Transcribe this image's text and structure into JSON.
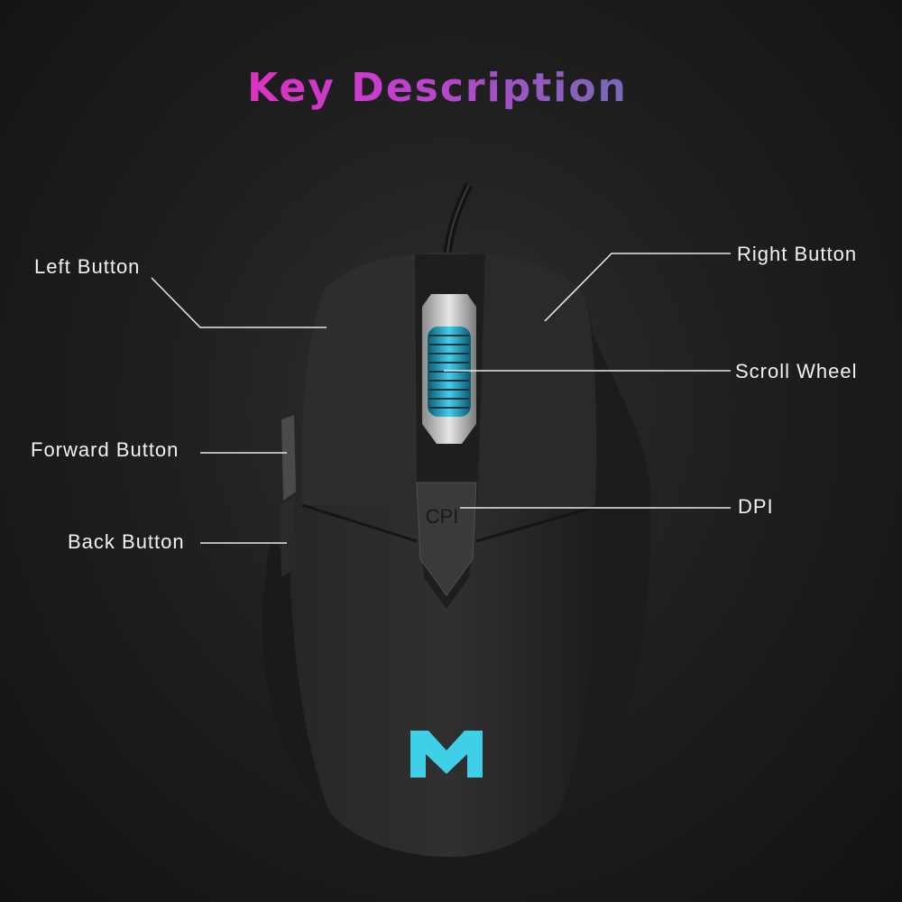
{
  "title": "Key Description",
  "labels": {
    "left_button": "Left Button",
    "right_button": "Right Button",
    "scroll_wheel": "Scroll Wheel",
    "forward_button": "Forward Button",
    "dpi": "DPI",
    "back_button": "Back Button"
  },
  "dpi_button_text": "CPI",
  "colors": {
    "title_start": "#ff1fa8",
    "title_end": "#5a8aa0",
    "scroll_wheel_glow": "#2fb8d8",
    "logo": "#3fd0e8"
  }
}
